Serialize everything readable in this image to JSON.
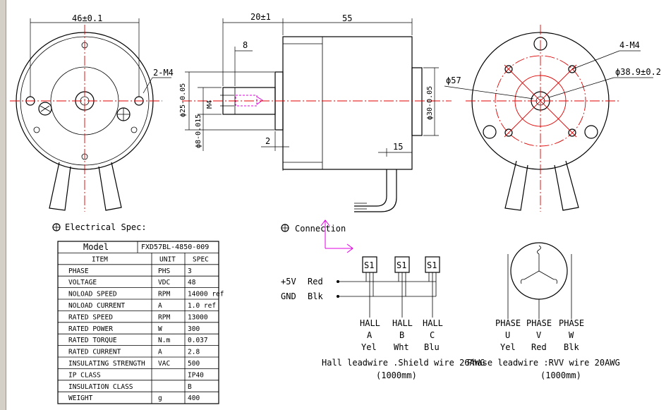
{
  "dims": {
    "front_width": "46±0.1",
    "front_holes": "2-M4",
    "shaft_len": "20±1",
    "body_len": "55",
    "flat_len": "8",
    "thread": "M4",
    "boss_dia": "ϕ25-0.05",
    "shaft_dia": "ϕ8-0.015",
    "gap": "2",
    "boss_back": "ϕ30-0.05",
    "rear_len": "15",
    "rear_holes": "4-M4",
    "pcd": "ϕ38.9±0.2",
    "body_dia": "ϕ57"
  },
  "spec": {
    "heading": "Electrical Spec:",
    "model_label": "Model",
    "model_value": "FXD57BL-4850-009",
    "header": [
      "ITEM",
      "UNIT",
      "SPEC"
    ],
    "rows": [
      [
        "PHASE",
        "PHS",
        "3"
      ],
      [
        "VOLTAGE",
        "VDC",
        "48"
      ],
      [
        "NOLOAD SPEED",
        "RPM",
        "14000 ref"
      ],
      [
        "NOLOAD CURRENT",
        "A",
        "1.0 ref"
      ],
      [
        "RATED SPEED",
        "RPM",
        "13000"
      ],
      [
        "RATED POWER",
        "W",
        "300"
      ],
      [
        "RATED TORQUE",
        "N.m",
        "0.037"
      ],
      [
        "RATED CURRENT",
        "A",
        "2.8"
      ],
      [
        "INSULATING STRENGTH",
        "VAC",
        "500"
      ],
      [
        "IP CLASS",
        "",
        "IP40"
      ],
      [
        "INSULATION CLASS",
        "",
        "B"
      ],
      [
        "WEIGHT",
        "g",
        "400"
      ]
    ]
  },
  "connection": {
    "heading": "Connection",
    "power_pos": "+5V",
    "power_pos_color": "Red",
    "power_gnd": "GND",
    "power_gnd_color": "Blk",
    "sensor_label": "S1",
    "halls": [
      {
        "name": "HALL",
        "letter": "A",
        "color": "Yel"
      },
      {
        "name": "HALL",
        "letter": "B",
        "color": "Wht"
      },
      {
        "name": "HALL",
        "letter": "C",
        "color": "Blu"
      }
    ],
    "hall_note": "Hall leadwire .Shield wire 26AWG",
    "hall_len": "(1000mm)",
    "phases": [
      {
        "name": "PHASE",
        "letter": "U",
        "color": "Yel"
      },
      {
        "name": "PHASE",
        "letter": "V",
        "color": "Red"
      },
      {
        "name": "PHASE",
        "letter": "W",
        "color": "Blk"
      }
    ],
    "phase_note": "Phase leadwire :RVV wire 20AWG",
    "phase_len": "(1000mm)"
  }
}
